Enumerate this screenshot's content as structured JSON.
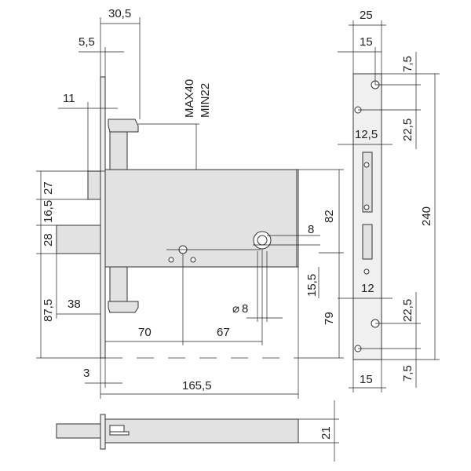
{
  "front_view": {
    "dims": {
      "d30_5": "30,5",
      "d5_5": "5,5",
      "d11": "11",
      "max40": "MAX40",
      "min22": "MIN22",
      "d27": "27",
      "d16_5": "16,5",
      "d28": "28",
      "d87_5": "87,5",
      "d38": "38",
      "d70": "70",
      "d67": "67",
      "d3": "3",
      "d165_5": "165,5",
      "d8": "8",
      "d82": "82",
      "d15_5": "15,5",
      "d79": "79",
      "d_dia8": "8",
      "dia_symbol": "⌀"
    }
  },
  "plate_view": {
    "dims": {
      "d25": "25",
      "d15_top": "15",
      "d7_5_top": "7,5",
      "d22_5_top": "22,5",
      "d12_5": "12,5",
      "d240": "240",
      "d12": "12",
      "d22_5_bot": "22,5",
      "d15_bot": "15",
      "d7_5_bot": "7,5"
    }
  },
  "bottom_view": {
    "dims": {
      "d21": "21"
    }
  }
}
